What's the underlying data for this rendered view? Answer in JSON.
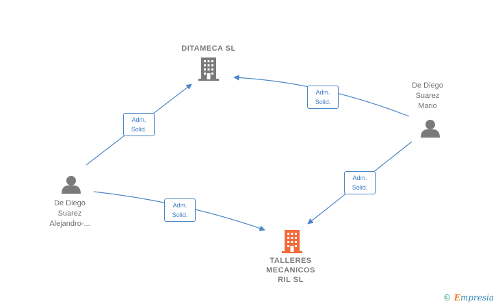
{
  "nodes": {
    "ditameca": {
      "label": "DITAMECA  SL",
      "kind": "company",
      "icon": "building-icon",
      "color": "#7a7a7a"
    },
    "talleres": {
      "label": "TALLERES\nMECANICOS\nRIL  SL",
      "kind": "company",
      "icon": "building-icon",
      "color": "#f26b3a"
    },
    "mario": {
      "label": "De Diego\nSuarez\nMario",
      "kind": "person",
      "icon": "person-icon",
      "color": "#7a7a7a"
    },
    "alejandro": {
      "label": "De Diego\nSuarez\nAlejandro-...",
      "kind": "person",
      "icon": "person-icon",
      "color": "#7a7a7a"
    }
  },
  "edges": [
    {
      "from": "alejandro",
      "to": "ditameca",
      "label": "Adm.\nSolid."
    },
    {
      "from": "mario",
      "to": "ditameca",
      "label": "Adm.\nSolid."
    },
    {
      "from": "mario",
      "to": "talleres",
      "label": "Adm.\nSolid."
    },
    {
      "from": "alejandro",
      "to": "talleres",
      "label": "Adm.\nSolid."
    }
  ],
  "colors": {
    "edge": "#4a86c7",
    "icon_gray": "#7a7a7a",
    "target_orange": "#f26b3a"
  },
  "watermark": {
    "copyright": "©",
    "brand_initial": "E",
    "brand_rest": "mpresia"
  }
}
